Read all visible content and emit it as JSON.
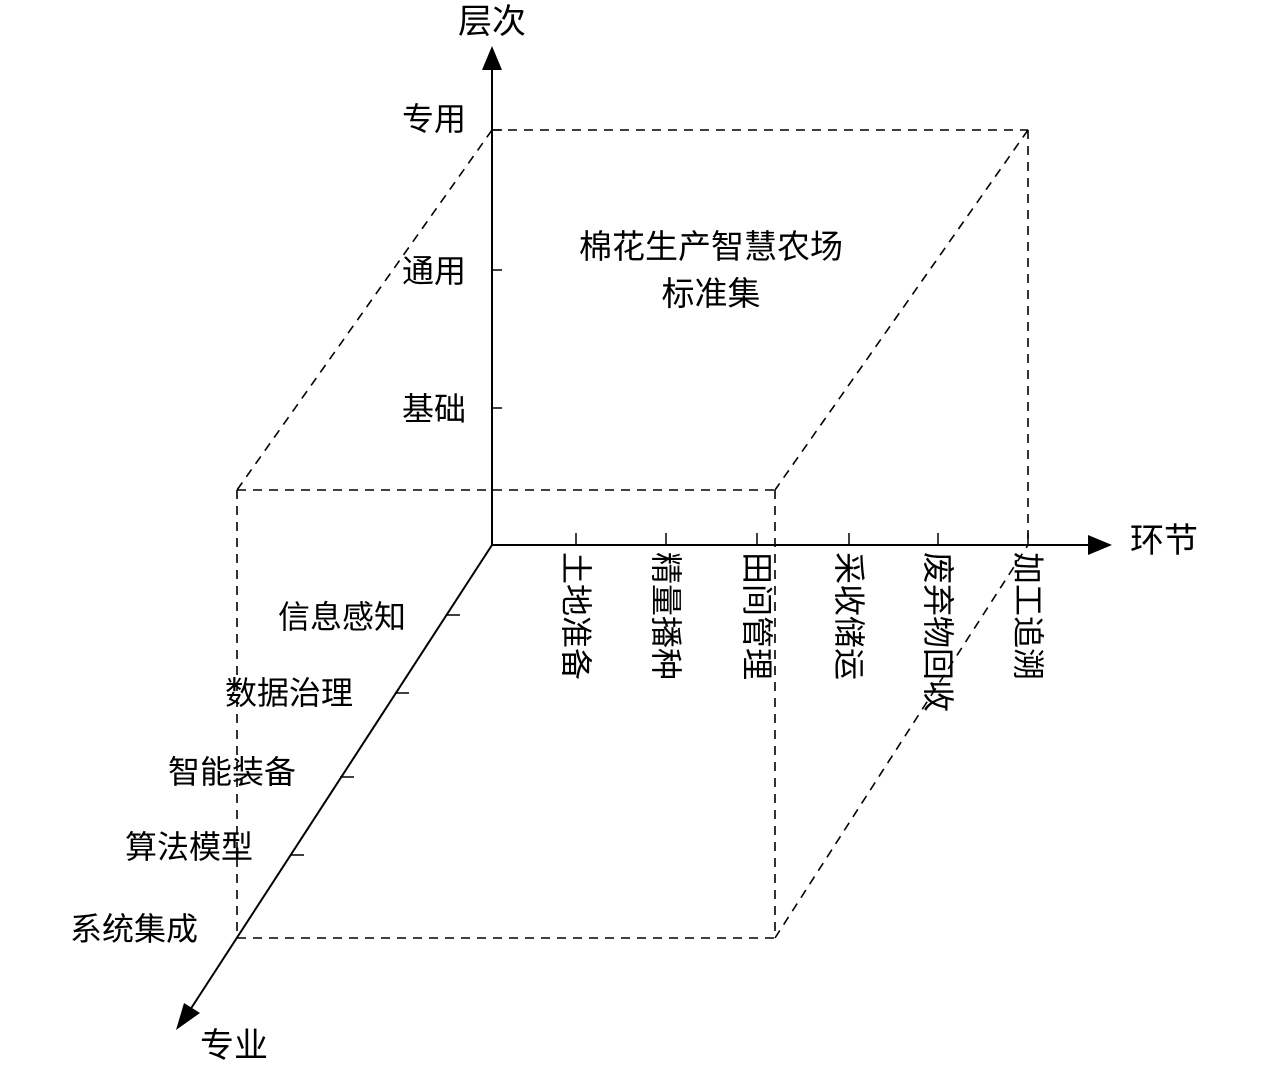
{
  "axes": {
    "vertical_title": "层次",
    "horizontal_title": "环节",
    "depth_title": "专业"
  },
  "vertical_levels": [
    "基础",
    "通用",
    "专用"
  ],
  "stages": [
    "土地准备",
    "精量播种",
    "田间管理",
    "采收储运",
    "废弃物回收",
    "加工追溯"
  ],
  "disciplines": [
    "信息感知",
    "数据治理",
    "智能装备",
    "算法模型",
    "系统集成"
  ],
  "center_label": {
    "line1": "棉花生产智慧农场",
    "line2": "标准集"
  }
}
